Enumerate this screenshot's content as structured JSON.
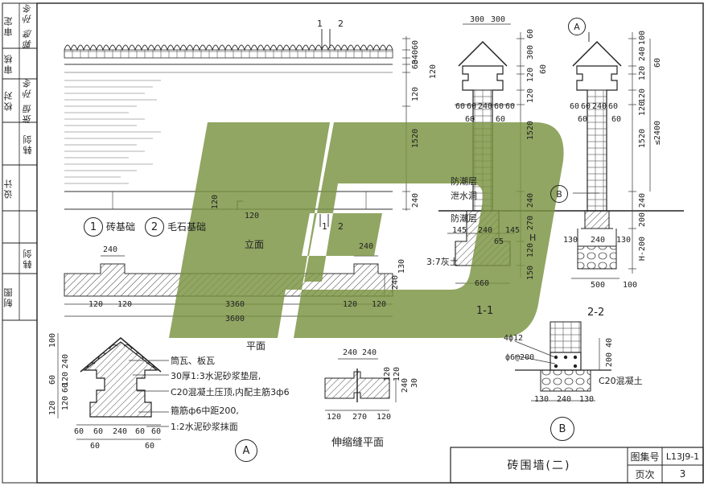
{
  "signatures": [
    {
      "role": "审定",
      "name": "郭彦 孙冬"
    },
    {
      "role": "审核",
      "name": ""
    },
    {
      "role": "校对",
      "name": "张恒 孙冬"
    },
    {
      "role": "设计",
      "name": "韩剑"
    },
    {
      "role": "制图",
      "name": "韩剑"
    }
  ],
  "elevation": {
    "section_marks": [
      "1",
      "2"
    ],
    "dims_right": [
      "60",
      "340",
      "60",
      "120",
      "120",
      "1520",
      "240",
      "120"
    ],
    "foot_dim": "120",
    "legend": [
      {
        "num": "1",
        "text": "砖基础"
      },
      {
        "num": "2",
        "text": "毛石基础"
      }
    ],
    "title": "立面"
  },
  "plan": {
    "title": "平面",
    "dims": [
      "240",
      "240",
      "240",
      "130",
      "120",
      "120",
      "3360",
      "3600",
      "120",
      "120"
    ]
  },
  "detail_a": {
    "label": "A",
    "notes": [
      "筒瓦、板瓦",
      "30厚1:3水泥砂浆垫层,",
      "C20混凝土压顶,内配主筋3ф6",
      "箍筋ф6中距200,",
      "1:2水泥砂浆抹面"
    ],
    "dims_left": [
      "100",
      "60",
      "120",
      "240",
      "120",
      "60",
      "120"
    ],
    "dims_bottom": [
      "60",
      "60",
      "240",
      "60",
      "60"
    ],
    "dims_bottom2": [
      "60",
      "60"
    ]
  },
  "joint": {
    "title": "伸缩缝平面",
    "dims": [
      "240",
      "240",
      "120",
      "120",
      "240",
      "30",
      "120",
      "270",
      "120"
    ]
  },
  "section11": {
    "label": "1-1",
    "top": [
      "300",
      "300"
    ],
    "layers": [
      "防潮层",
      "泄水洞",
      "防潮层",
      "3:7灰土"
    ],
    "dims_right": [
      "60",
      "300",
      "60",
      "120",
      "120",
      "1520",
      "240",
      "270",
      "120",
      "150"
    ],
    "mid": [
      "60",
      "60",
      "240",
      "60",
      "60",
      "60",
      "60"
    ],
    "base": [
      "145",
      "240",
      "65",
      "145",
      "660"
    ],
    "h": "H"
  },
  "section22": {
    "label": "2-2",
    "mark_a": "A",
    "mark_b": "B",
    "dims_right": [
      "100",
      "240",
      "120",
      "60",
      "120",
      "120",
      "1520",
      "≤2400",
      "240",
      "200",
      "H-200"
    ],
    "mid": [
      "60",
      "60",
      "240",
      "60",
      "60",
      "60"
    ],
    "base": [
      "130",
      "240",
      "130",
      "500",
      "100"
    ]
  },
  "detail_b": {
    "label": "B",
    "rebar": [
      "4ф12",
      "ф6@200"
    ],
    "concrete": "C20混凝土",
    "dims": [
      "40",
      "200",
      "130",
      "240",
      "130"
    ]
  },
  "title_block": {
    "drawing_name": "砖围墙(二)",
    "atlas_label": "图集号",
    "atlas_no": "L13J9-1",
    "page_label": "页次",
    "page_no": "3"
  },
  "watermark_color": "#7a9340"
}
